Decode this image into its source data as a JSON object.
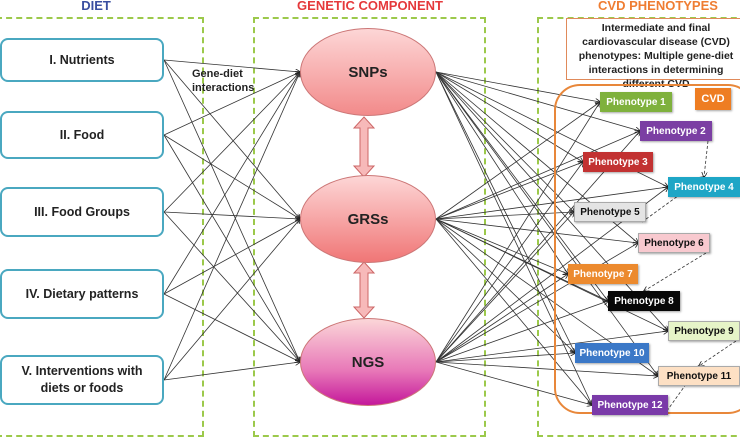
{
  "sections": {
    "diet": {
      "title": "DIET",
      "color": "#3a4fa0"
    },
    "genetic": {
      "title": "GENETIC COMPONENT",
      "color": "#e5393b"
    },
    "cvd": {
      "title": "CVD PHENOTYPES",
      "color": "#ef7d32"
    }
  },
  "diet_items": [
    {
      "label": "I. Nutrients"
    },
    {
      "label": "II. Food"
    },
    {
      "label": "III. Food Groups"
    },
    {
      "label": "IV. Dietary patterns"
    },
    {
      "label": "V. Interventions with diets or foods"
    }
  ],
  "genetic_items": [
    {
      "label": "SNPs"
    },
    {
      "label": "GRSs"
    },
    {
      "label": "NGS"
    }
  ],
  "gene_diet_label": "Gene-diet interactions",
  "cvd_intro": "Intermediate and final cardiovascular disease (CVD) phenotypes: Multiple gene-diet interactions in determining different CVD",
  "cvd_badge": {
    "label": "CVD",
    "color": "#ee7d22"
  },
  "phenotypes": [
    {
      "label": "Phenotype 1",
      "bg": "#7fb13d",
      "fg": "#ffffff"
    },
    {
      "label": "Phenotype 2",
      "bg": "#7b3fa3",
      "fg": "#ffffff"
    },
    {
      "label": "Phenotype 3",
      "bg": "#c23232",
      "fg": "#ffffff"
    },
    {
      "label": "Phenotype 4",
      "bg": "#1ea6c6",
      "fg": "#ffffff"
    },
    {
      "label": "Phenotype 5",
      "bg": "#e4e4e4",
      "fg": "#111111"
    },
    {
      "label": "Phenotype 6",
      "bg": "#f8c9cf",
      "fg": "#111111"
    },
    {
      "label": "Phenotype 7",
      "bg": "#ec8a2e",
      "fg": "#ffffff"
    },
    {
      "label": "Phenotype 8",
      "bg": "#080808",
      "fg": "#ffffff"
    },
    {
      "label": "Phenotype 9",
      "bg": "#e6f4c8",
      "fg": "#111111"
    },
    {
      "label": "Phenotype 10",
      "bg": "#3b78c7",
      "fg": "#ffffff"
    },
    {
      "label": "Phenotype 11",
      "bg": "#fde0c4",
      "fg": "#111111"
    },
    {
      "label": "Phenotype 12",
      "bg": "#7a3aa8",
      "fg": "#ffffff"
    }
  ]
}
